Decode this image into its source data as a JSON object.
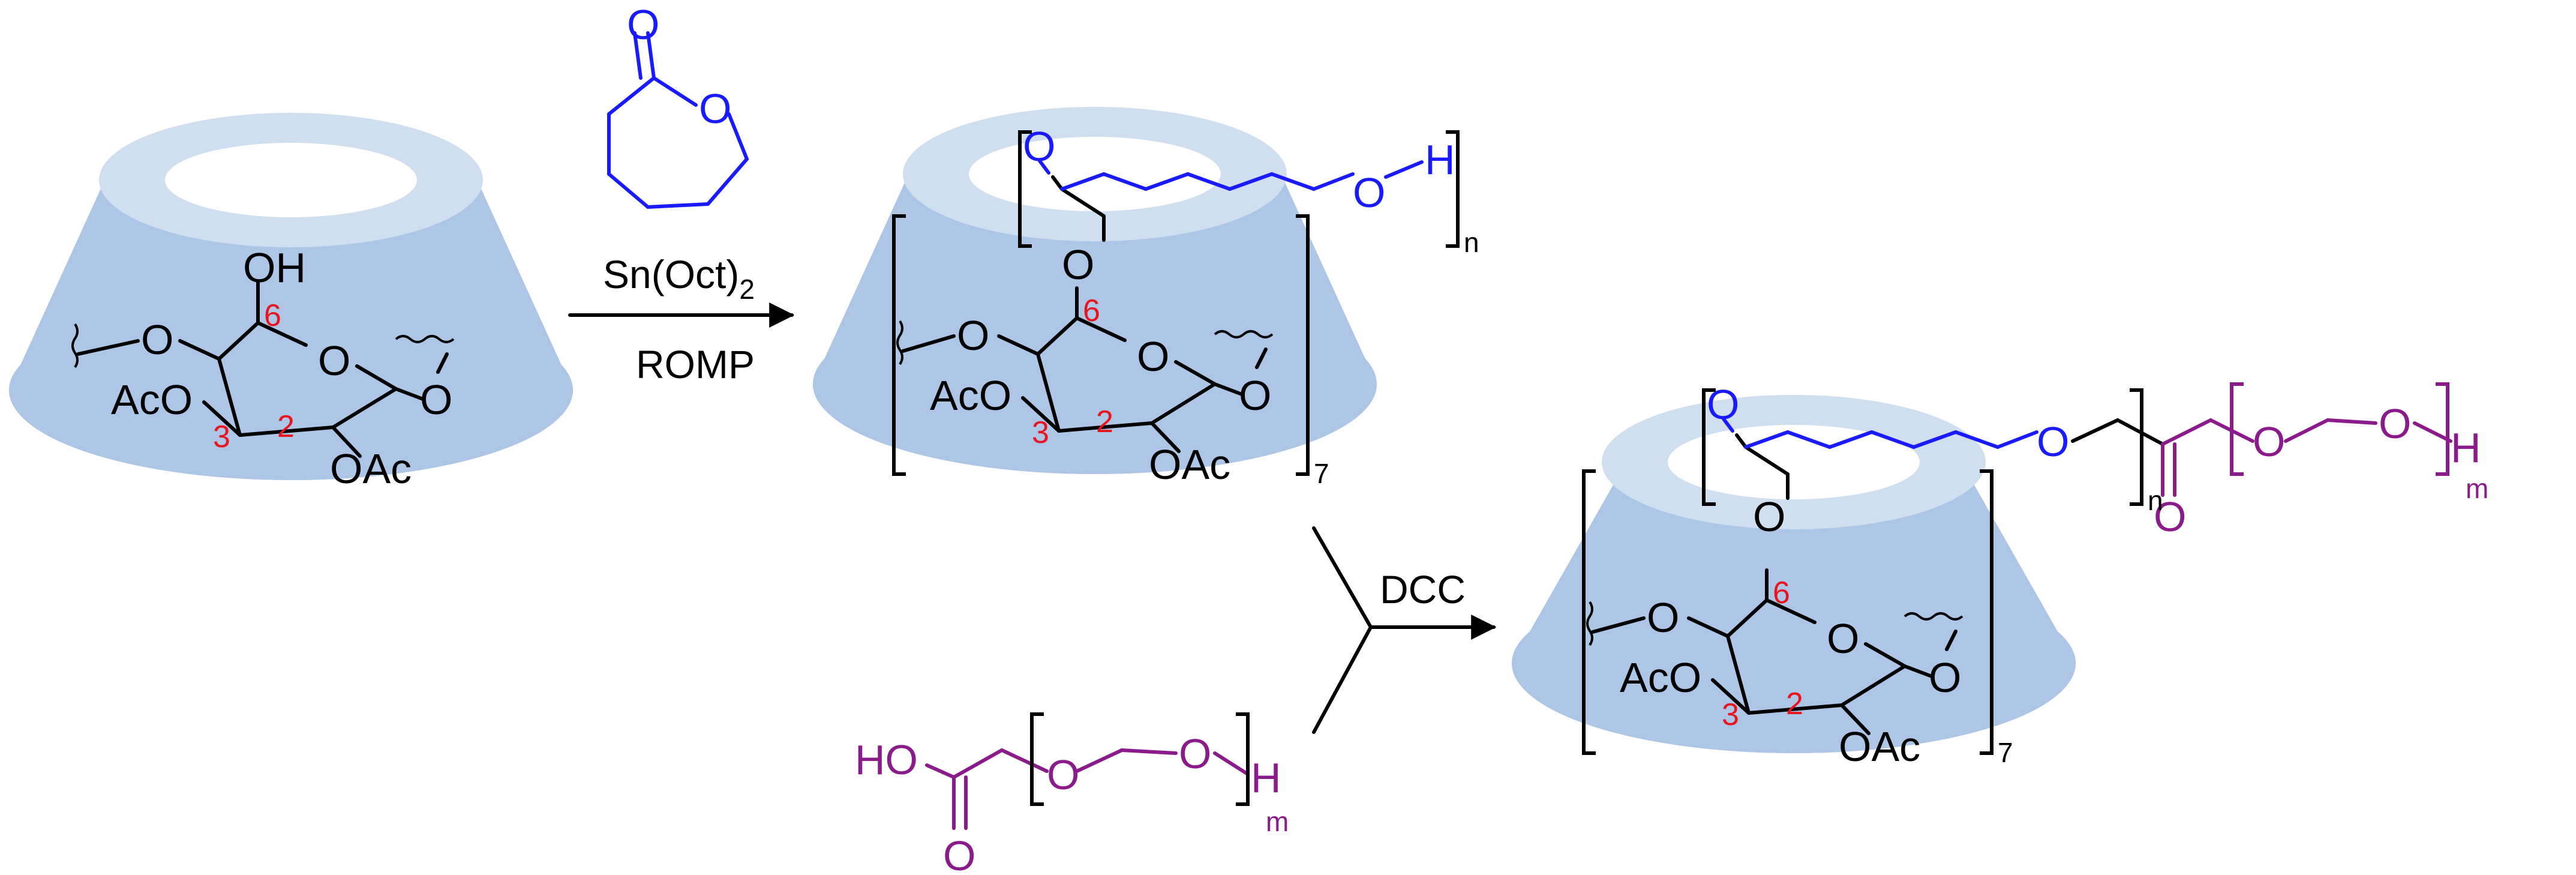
{
  "labels": {
    "hydroxyl": "OH",
    "oxygen": "O",
    "acetoxy_left": "AcO",
    "acetoxy_bottom": "OAc",
    "position_6": "6",
    "position_3": "3",
    "position_2": "2",
    "hydrogen": "H",
    "repeat_n": "n",
    "repeat_7": "7",
    "repeat_m": "m",
    "acid_head": "HO"
  },
  "reagents": {
    "catalyst_prefix": "Sn(Oct)",
    "catalyst_subscript": "2",
    "method": "ROMP",
    "coupling": "DCC"
  },
  "colors": {
    "cone_body": "#adc6e6",
    "cone_rim": "#cfdff0",
    "cone_hole": "#ffffff",
    "caprolactone": "#1a1aff",
    "peg": "#8b1a8b",
    "position_labels": "#e8141e"
  }
}
